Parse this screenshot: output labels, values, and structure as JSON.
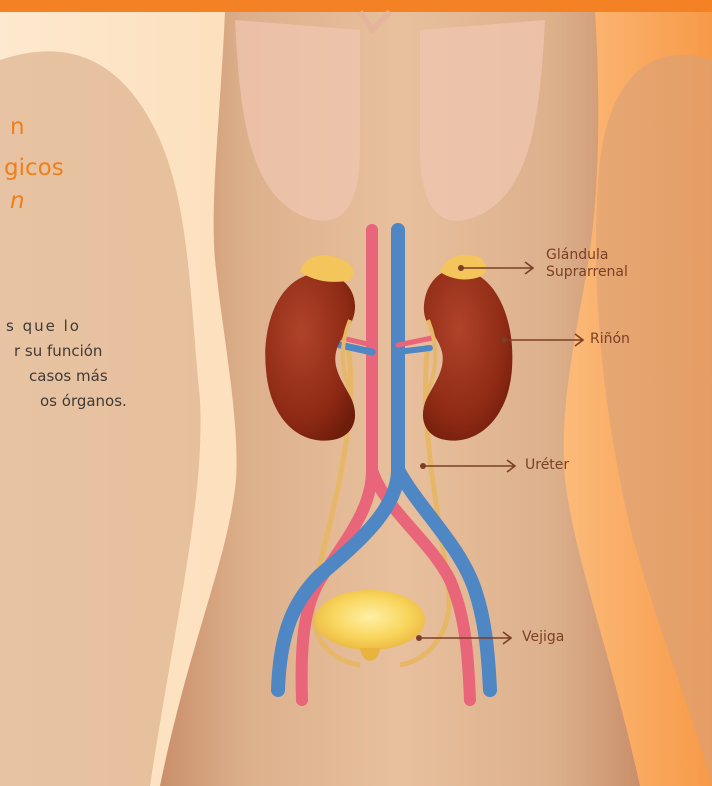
{
  "text_fragments": {
    "heading": [
      "n",
      "gicos",
      "n"
    ],
    "body": [
      "s  que  lo",
      "r su función",
      "casos  más",
      "os órganos."
    ]
  },
  "labels": {
    "adrenal_line1": "Glándula",
    "adrenal_line2": "Suprarrenal",
    "kidney": "Riñón",
    "ureter": "Uréter",
    "bladder": "Vejiga"
  },
  "colors": {
    "accent_bar": "#f48224",
    "heading_text": "#ef7f1a",
    "body_text": "#3f3a36",
    "label_text": "#7b3f25",
    "kidney": "#8e2a14",
    "artery": "#e8657a",
    "vein": "#4f86c4",
    "bladder": "#f6c84a",
    "adrenal": "#f3c55a"
  }
}
